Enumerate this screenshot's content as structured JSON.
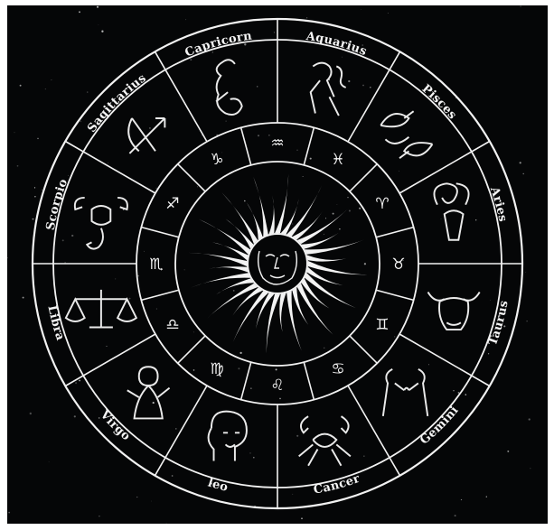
{
  "background_color": "#050607",
  "line_color": "#f2f2f2",
  "center": {
    "icon": "sun-with-face-icon"
  },
  "signs": [
    {
      "id": "aquarius",
      "name": "Aquarius",
      "glyph": "♒",
      "figure": "water-bearer-icon"
    },
    {
      "id": "pisces",
      "name": "Pisces",
      "glyph": "♓",
      "figure": "two-fish-icon"
    },
    {
      "id": "aries",
      "name": "Aries",
      "glyph": "♈",
      "figure": "ram-icon"
    },
    {
      "id": "taurus",
      "name": "Taurus",
      "glyph": "♉",
      "figure": "bull-icon"
    },
    {
      "id": "gemini",
      "name": "Gemini",
      "glyph": "♊",
      "figure": "twins-icon"
    },
    {
      "id": "cancer",
      "name": "Cancer",
      "glyph": "♋",
      "figure": "crab-icon"
    },
    {
      "id": "leo",
      "name": "leo",
      "glyph": "♌",
      "figure": "lion-icon"
    },
    {
      "id": "virgo",
      "name": "Virgo",
      "glyph": "♍",
      "figure": "maiden-icon"
    },
    {
      "id": "libra",
      "name": "Libra",
      "glyph": "♎",
      "figure": "scales-icon"
    },
    {
      "id": "scorpio",
      "name": "Scorpio",
      "glyph": "♏",
      "figure": "scorpion-icon"
    },
    {
      "id": "sagittarius",
      "name": "Sagittarius",
      "glyph": "♐",
      "figure": "bow-and-arrow-icon"
    },
    {
      "id": "capricorn",
      "name": "Capricorn",
      "glyph": "♑",
      "figure": "sea-goat-icon"
    }
  ]
}
